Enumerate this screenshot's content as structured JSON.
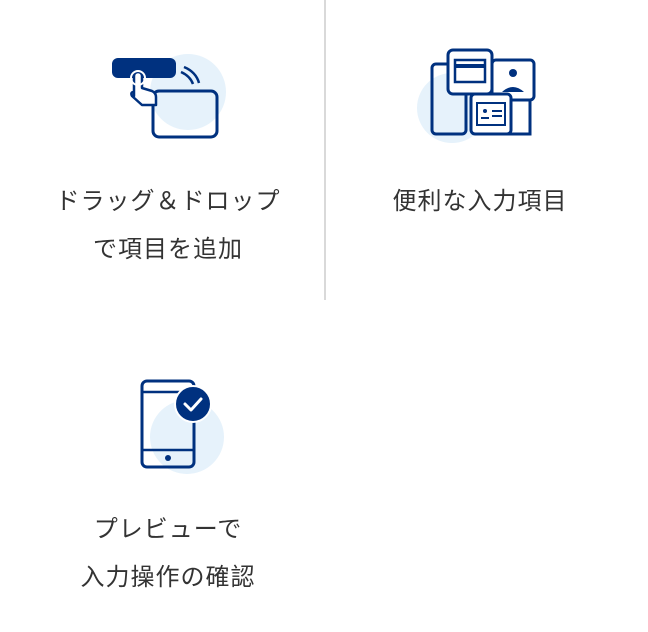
{
  "colors": {
    "accent": "#00317f",
    "circle": "#e6f2fb",
    "text": "#333333"
  },
  "features": [
    {
      "icon": "drag-drop-icon",
      "lines": [
        "ドラッグ＆ドロップ",
        "で項目を追加"
      ]
    },
    {
      "icon": "input-fields-icon",
      "lines": [
        "便利な入力項目"
      ]
    },
    {
      "icon": "phone-check-icon",
      "lines": [
        "プレビューで",
        "入力操作の確認"
      ]
    }
  ]
}
